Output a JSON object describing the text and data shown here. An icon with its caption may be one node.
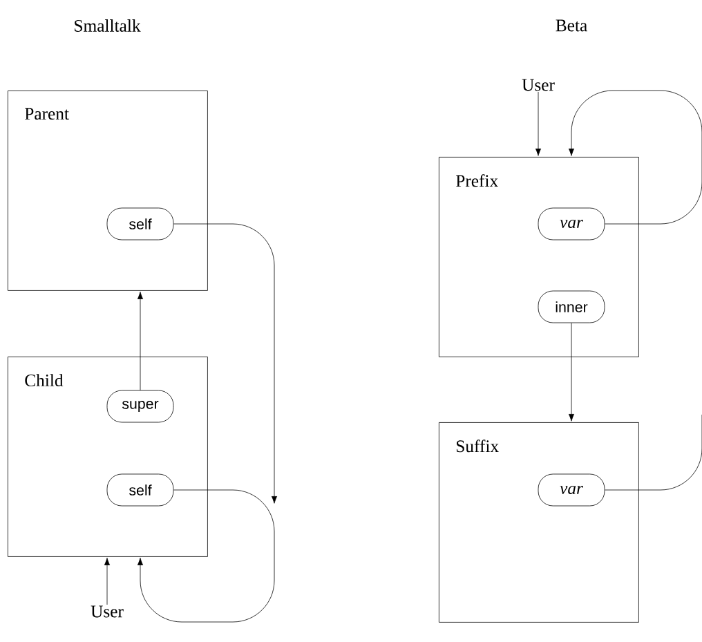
{
  "diagram": {
    "nodes": [
      {
        "text": [
          "Parent"
        ]
      },
      {
        "text": [
          "self"
        ],
        "in": 0
      },
      {
        "text": [
          "Child"
        ]
      },
      {
        "text": [
          "super"
        ],
        "in": 2
      },
      {
        "text": [
          "self"
        ],
        "in": 2
      },
      {
        "text": [
          "User"
        ]
      },
      {
        "text": [
          "Prefix"
        ]
      },
      {
        "text": [
          "var"
        ],
        "in": 6
      },
      {
        "text": [
          "inner"
        ],
        "in": 6
      },
      {
        "text": [
          "User"
        ]
      },
      {
        "text": [
          "Suffix"
        ]
      },
      {
        "text": [
          "var"
        ],
        "in": 10
      }
    ],
    "edges": [
      {
        "from": 3,
        "to": 0,
        "arrow": "to"
      },
      {
        "from": 1,
        "to": null,
        "arrow": "to"
      },
      {
        "from": 4,
        "to": 2,
        "arrow": "to"
      },
      {
        "from": 5,
        "to": 2,
        "arrow": "to"
      },
      {
        "from": 9,
        "to": 6,
        "arrow": "to"
      },
      {
        "from": 7,
        "to": 6,
        "arrow": "to"
      },
      {
        "from": 8,
        "to": 10,
        "arrow": "to"
      },
      {
        "from": 11,
        "to": null,
        "arrow": "none"
      }
    ],
    "labels": [
      "Smalltalk",
      "Beta"
    ]
  }
}
